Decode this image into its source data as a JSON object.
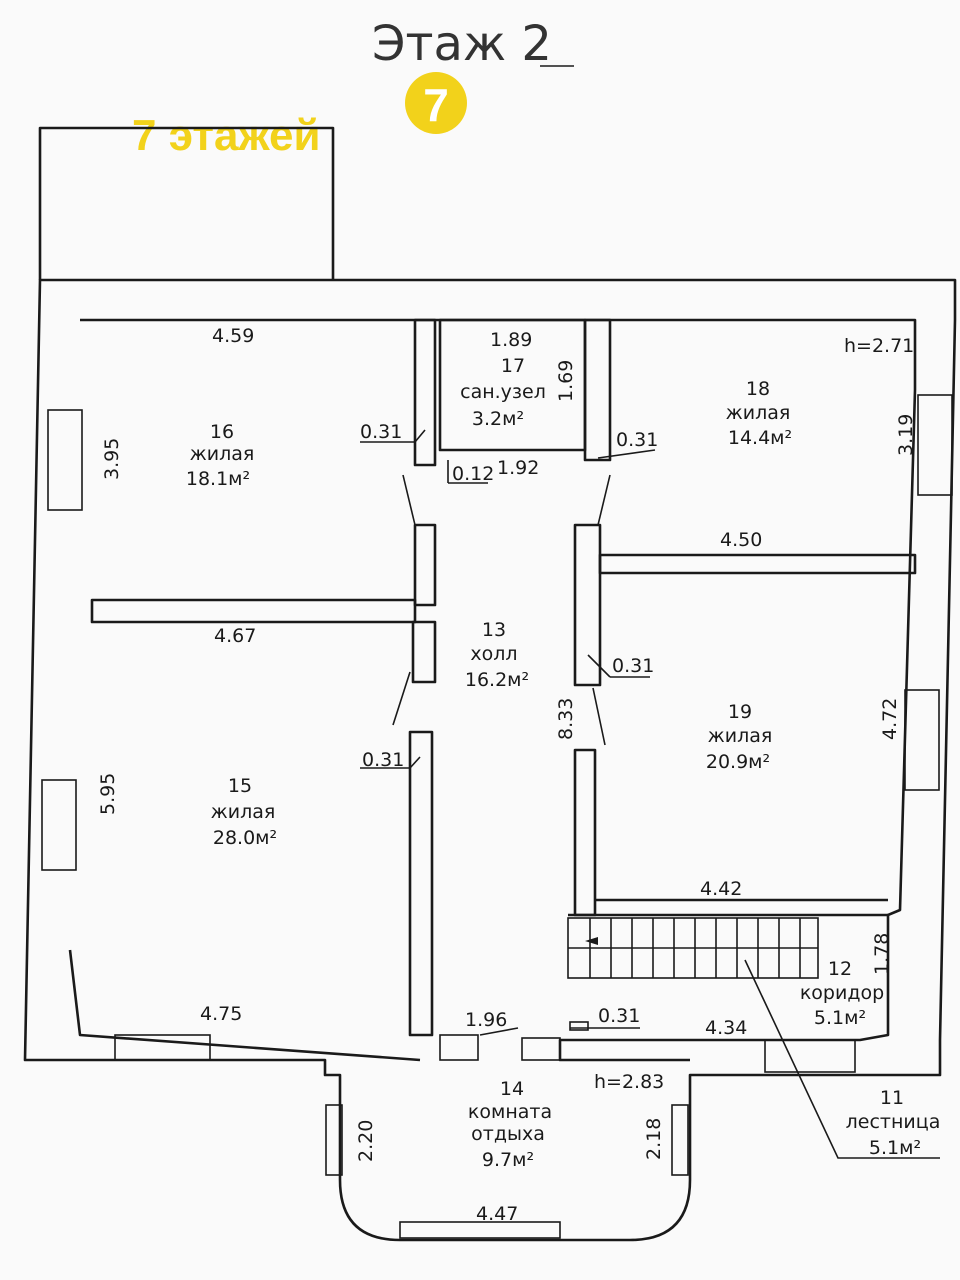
{
  "title": "Этаж 2",
  "brand": {
    "text": "7 этажей",
    "logo_digit": "7",
    "color": "#f2d21b"
  },
  "rooms": [
    {
      "num": "16",
      "name": "жилая",
      "area": "18.1м²"
    },
    {
      "num": "17",
      "name": "сан.узел",
      "area": "3.2м²"
    },
    {
      "num": "18",
      "name": "жилая",
      "area": "14.4м²"
    },
    {
      "num": "13",
      "name": "холл",
      "area": "16.2м²"
    },
    {
      "num": "19",
      "name": "жилая",
      "area": "20.9м²"
    },
    {
      "num": "15",
      "name": "жилая",
      "area": "28.0м²"
    },
    {
      "num": "12",
      "name": "коридор",
      "area": "5.1м²"
    },
    {
      "num": "14",
      "name1": "комната",
      "name2": "отдыха",
      "area": "9.7м²"
    },
    {
      "num": "11",
      "name": "лестница",
      "area": "5.1м²"
    }
  ],
  "dimensions": [
    "4.59",
    "3.95",
    "1.89",
    "1.69",
    "0.31",
    "0.12",
    "1.92",
    "0.31",
    "h=2.71",
    "3.19",
    "4.50",
    "4.67",
    "0.31",
    "8.33",
    "4.72",
    "0.31",
    "5.95",
    "4.42",
    "1.78",
    "4.75",
    "1.96",
    "0.31",
    "4.34",
    "h=2.83",
    "2.20",
    "2.18",
    "4.47"
  ]
}
